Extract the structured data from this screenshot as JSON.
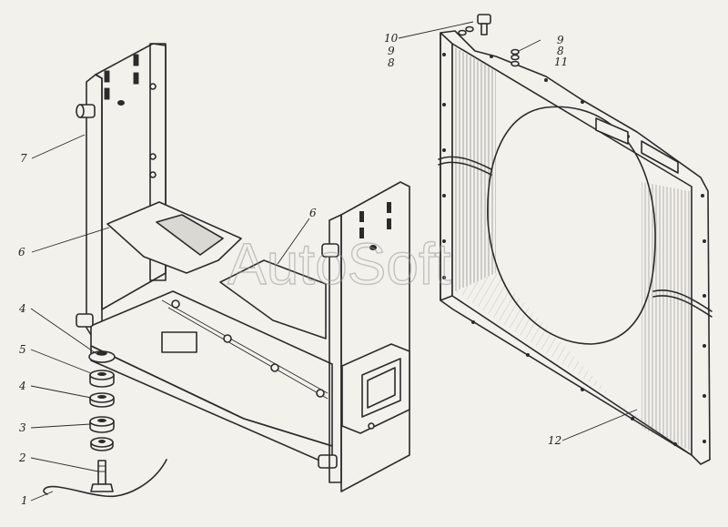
{
  "watermark": "AutoSoft",
  "callouts": {
    "c1": "1",
    "c2": "2",
    "c3": "3",
    "c4a": "4",
    "c4b": "4",
    "c5": "5",
    "c6a": "6",
    "c6b": "6",
    "c7": "7",
    "c10": "10",
    "c9a": "9",
    "c8a": "8",
    "c9b": "9",
    "c8b": "8",
    "c11": "11",
    "c12": "12"
  }
}
